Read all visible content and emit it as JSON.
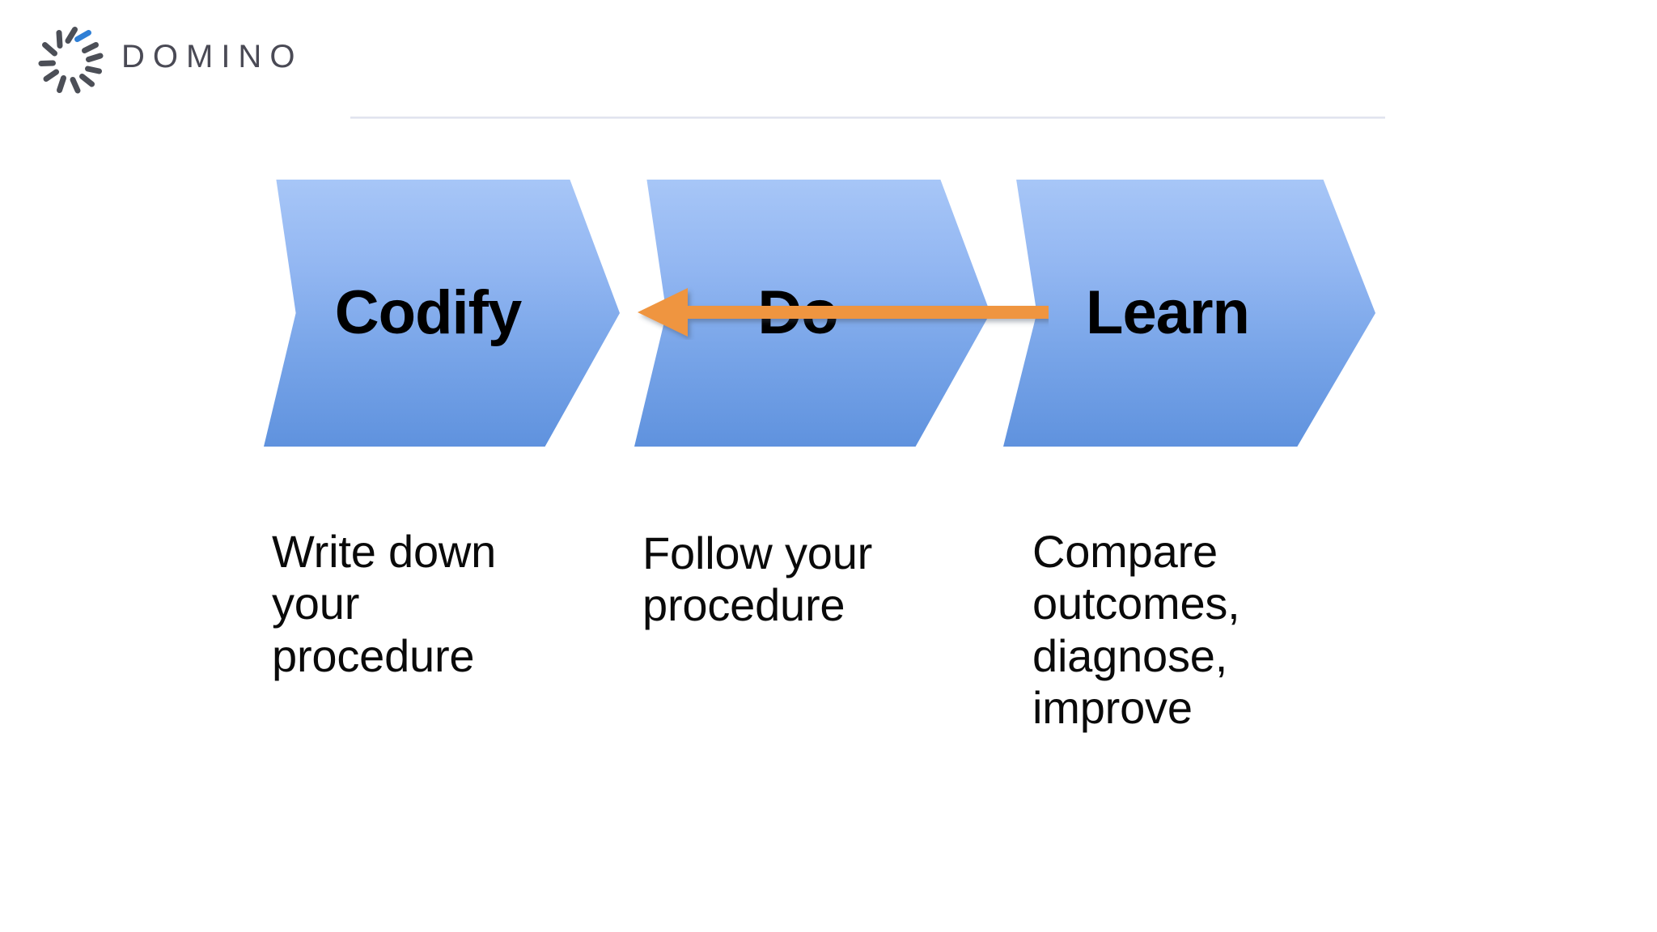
{
  "brand": {
    "name": "DOMINO",
    "mark_icon": "domino-aperture-icon",
    "mark_color": "#4c4f57",
    "accent_color": "#2f7fd6",
    "word_color": "#4a4a55"
  },
  "divider": {
    "color": "#e3e6f0"
  },
  "process": {
    "title": "",
    "accent_color": "#ef9541",
    "chevron_gradient_top": "#a7c6f7",
    "chevron_gradient_bottom": "#5f92de",
    "steps": [
      {
        "label": "Codify",
        "caption": "Write down your procedure"
      },
      {
        "label": "Do",
        "caption": "Follow your procedure"
      },
      {
        "label": "Learn",
        "caption": "Compare outcomes, diagnose, improve"
      }
    ]
  },
  "feedback_arrow": {
    "icon": "arrow-left-icon",
    "color": "#ef9541",
    "from_step": "Learn",
    "to_step": "Codify",
    "direction": "right-to-left"
  }
}
